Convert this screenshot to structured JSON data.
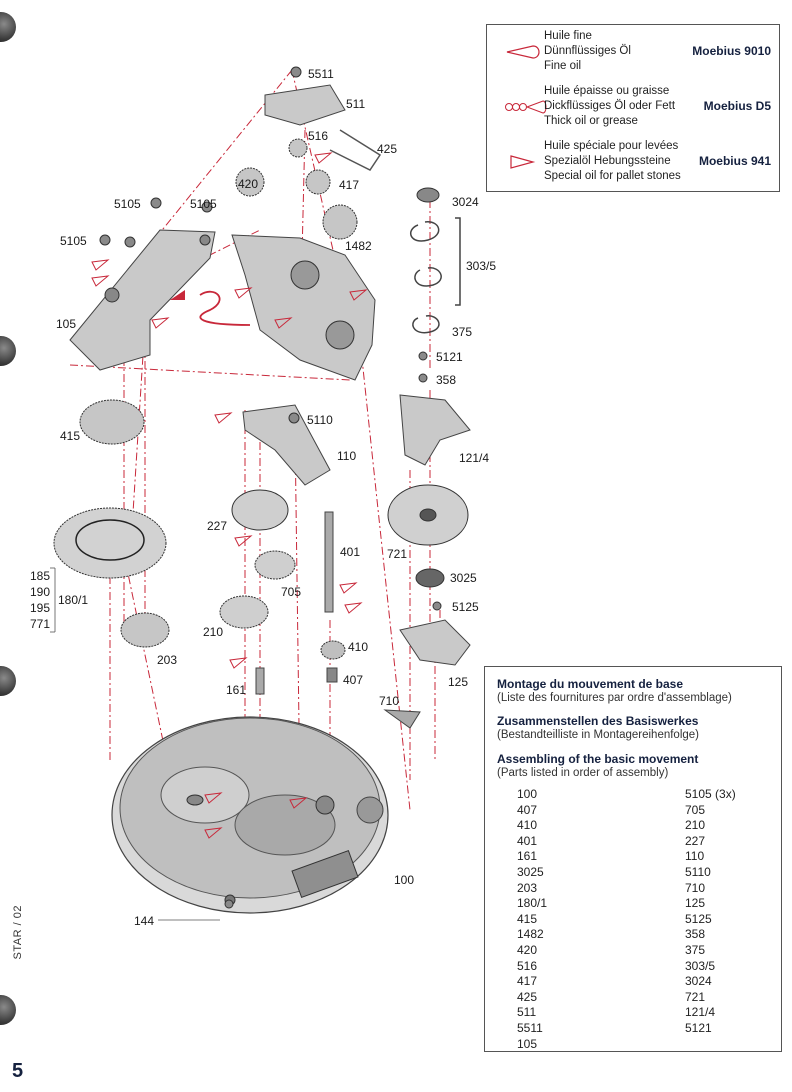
{
  "legend": [
    {
      "lines": [
        "Huile fine",
        "Dünnflüssiges Öl",
        "Fine oil"
      ],
      "brand": "Moebius 9010",
      "symbol": "drop-single-icon"
    },
    {
      "lines": [
        "Huile épaisse ou graisse",
        "Dickflüssiges Öl oder Fett",
        "Thick oil or grease"
      ],
      "brand": "Moebius D5",
      "symbol": "drop-multi-icon"
    },
    {
      "lines": [
        "Huile spéciale pour levées",
        "Spezialöl Hebungssteine",
        "Special oil for pallet stones"
      ],
      "brand": "Moebius 941",
      "symbol": "triangle-icon"
    }
  ],
  "assembly": {
    "title_fr": "Montage du mouvement de base",
    "subtitle_fr": "(Liste des fournitures par ordre d'assemblage)",
    "title_de": "Zusammenstellen des Basiswerkes",
    "subtitle_de": "(Bestandteilliste in Montagereihenfolge)",
    "title_en": "Assembling of the basic movement",
    "subtitle_en": "(Parts listed in order of assembly)",
    "column1": [
      "100",
      "407",
      "410",
      "401",
      "161",
      "3025",
      "203",
      "180/1",
      "415",
      "1482",
      "420",
      "516",
      "417",
      "425",
      "511",
      "5511",
      "105"
    ],
    "column2": [
      "5105 (3x)",
      "705",
      "210",
      "227",
      "110",
      "5110",
      "710",
      "125",
      "5125",
      "358",
      "375",
      "303/5",
      "3024",
      "721",
      "121/4",
      "5121"
    ]
  },
  "part_labels": {
    "p5511": "5511",
    "p511": "511",
    "p516": "516",
    "p425": "425",
    "p420": "420",
    "p417": "417",
    "p5105a": "5105",
    "p5105b": "5105",
    "p5105c": "5105",
    "p1482": "1482",
    "p105": "105",
    "p3024": "3024",
    "p303_5": "303/5",
    "p375": "375",
    "p5121": "5121",
    "p358": "358",
    "p415": "415",
    "p5110": "5110",
    "p110": "110",
    "p121_4": "121/4",
    "p227": "227",
    "p721": "721",
    "p401": "401",
    "p3025": "3025",
    "p705": "705",
    "p185": "185",
    "p190": "190",
    "p195": "195",
    "p771": "771",
    "p180_1": "180/1",
    "p5125": "5125",
    "p210": "210",
    "p410": "410",
    "p203": "203",
    "p407": "407",
    "p125": "125",
    "p161": "161",
    "p710": "710",
    "p100": "100",
    "p144": "144"
  },
  "side_code": "STAR / 02",
  "page_number": "5"
}
